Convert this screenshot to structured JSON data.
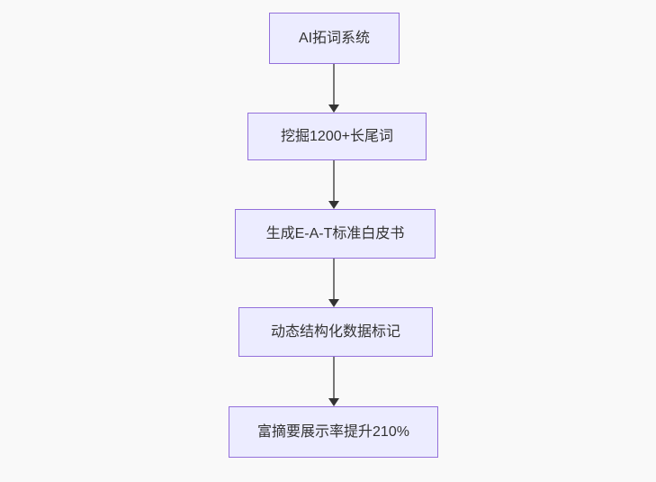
{
  "diagram": {
    "type": "flowchart",
    "direction": "top-down",
    "nodes": [
      {
        "label": "AI拓词系统"
      },
      {
        "label": "挖掘1200+长尾词"
      },
      {
        "label": "生成E-A-T标准白皮书"
      },
      {
        "label": "动态结构化数据标记"
      },
      {
        "label": "富摘要展示率提升210%"
      }
    ],
    "edges": [
      {
        "from": 0,
        "to": 1
      },
      {
        "from": 1,
        "to": 2
      },
      {
        "from": 2,
        "to": 3
      },
      {
        "from": 3,
        "to": 4
      }
    ],
    "colors": {
      "background": "#f9f9f9",
      "node_fill": "#ececff",
      "node_border": "#9370db",
      "arrow_line": "#777777",
      "arrow_head": "#333333",
      "text": "#333333"
    }
  }
}
